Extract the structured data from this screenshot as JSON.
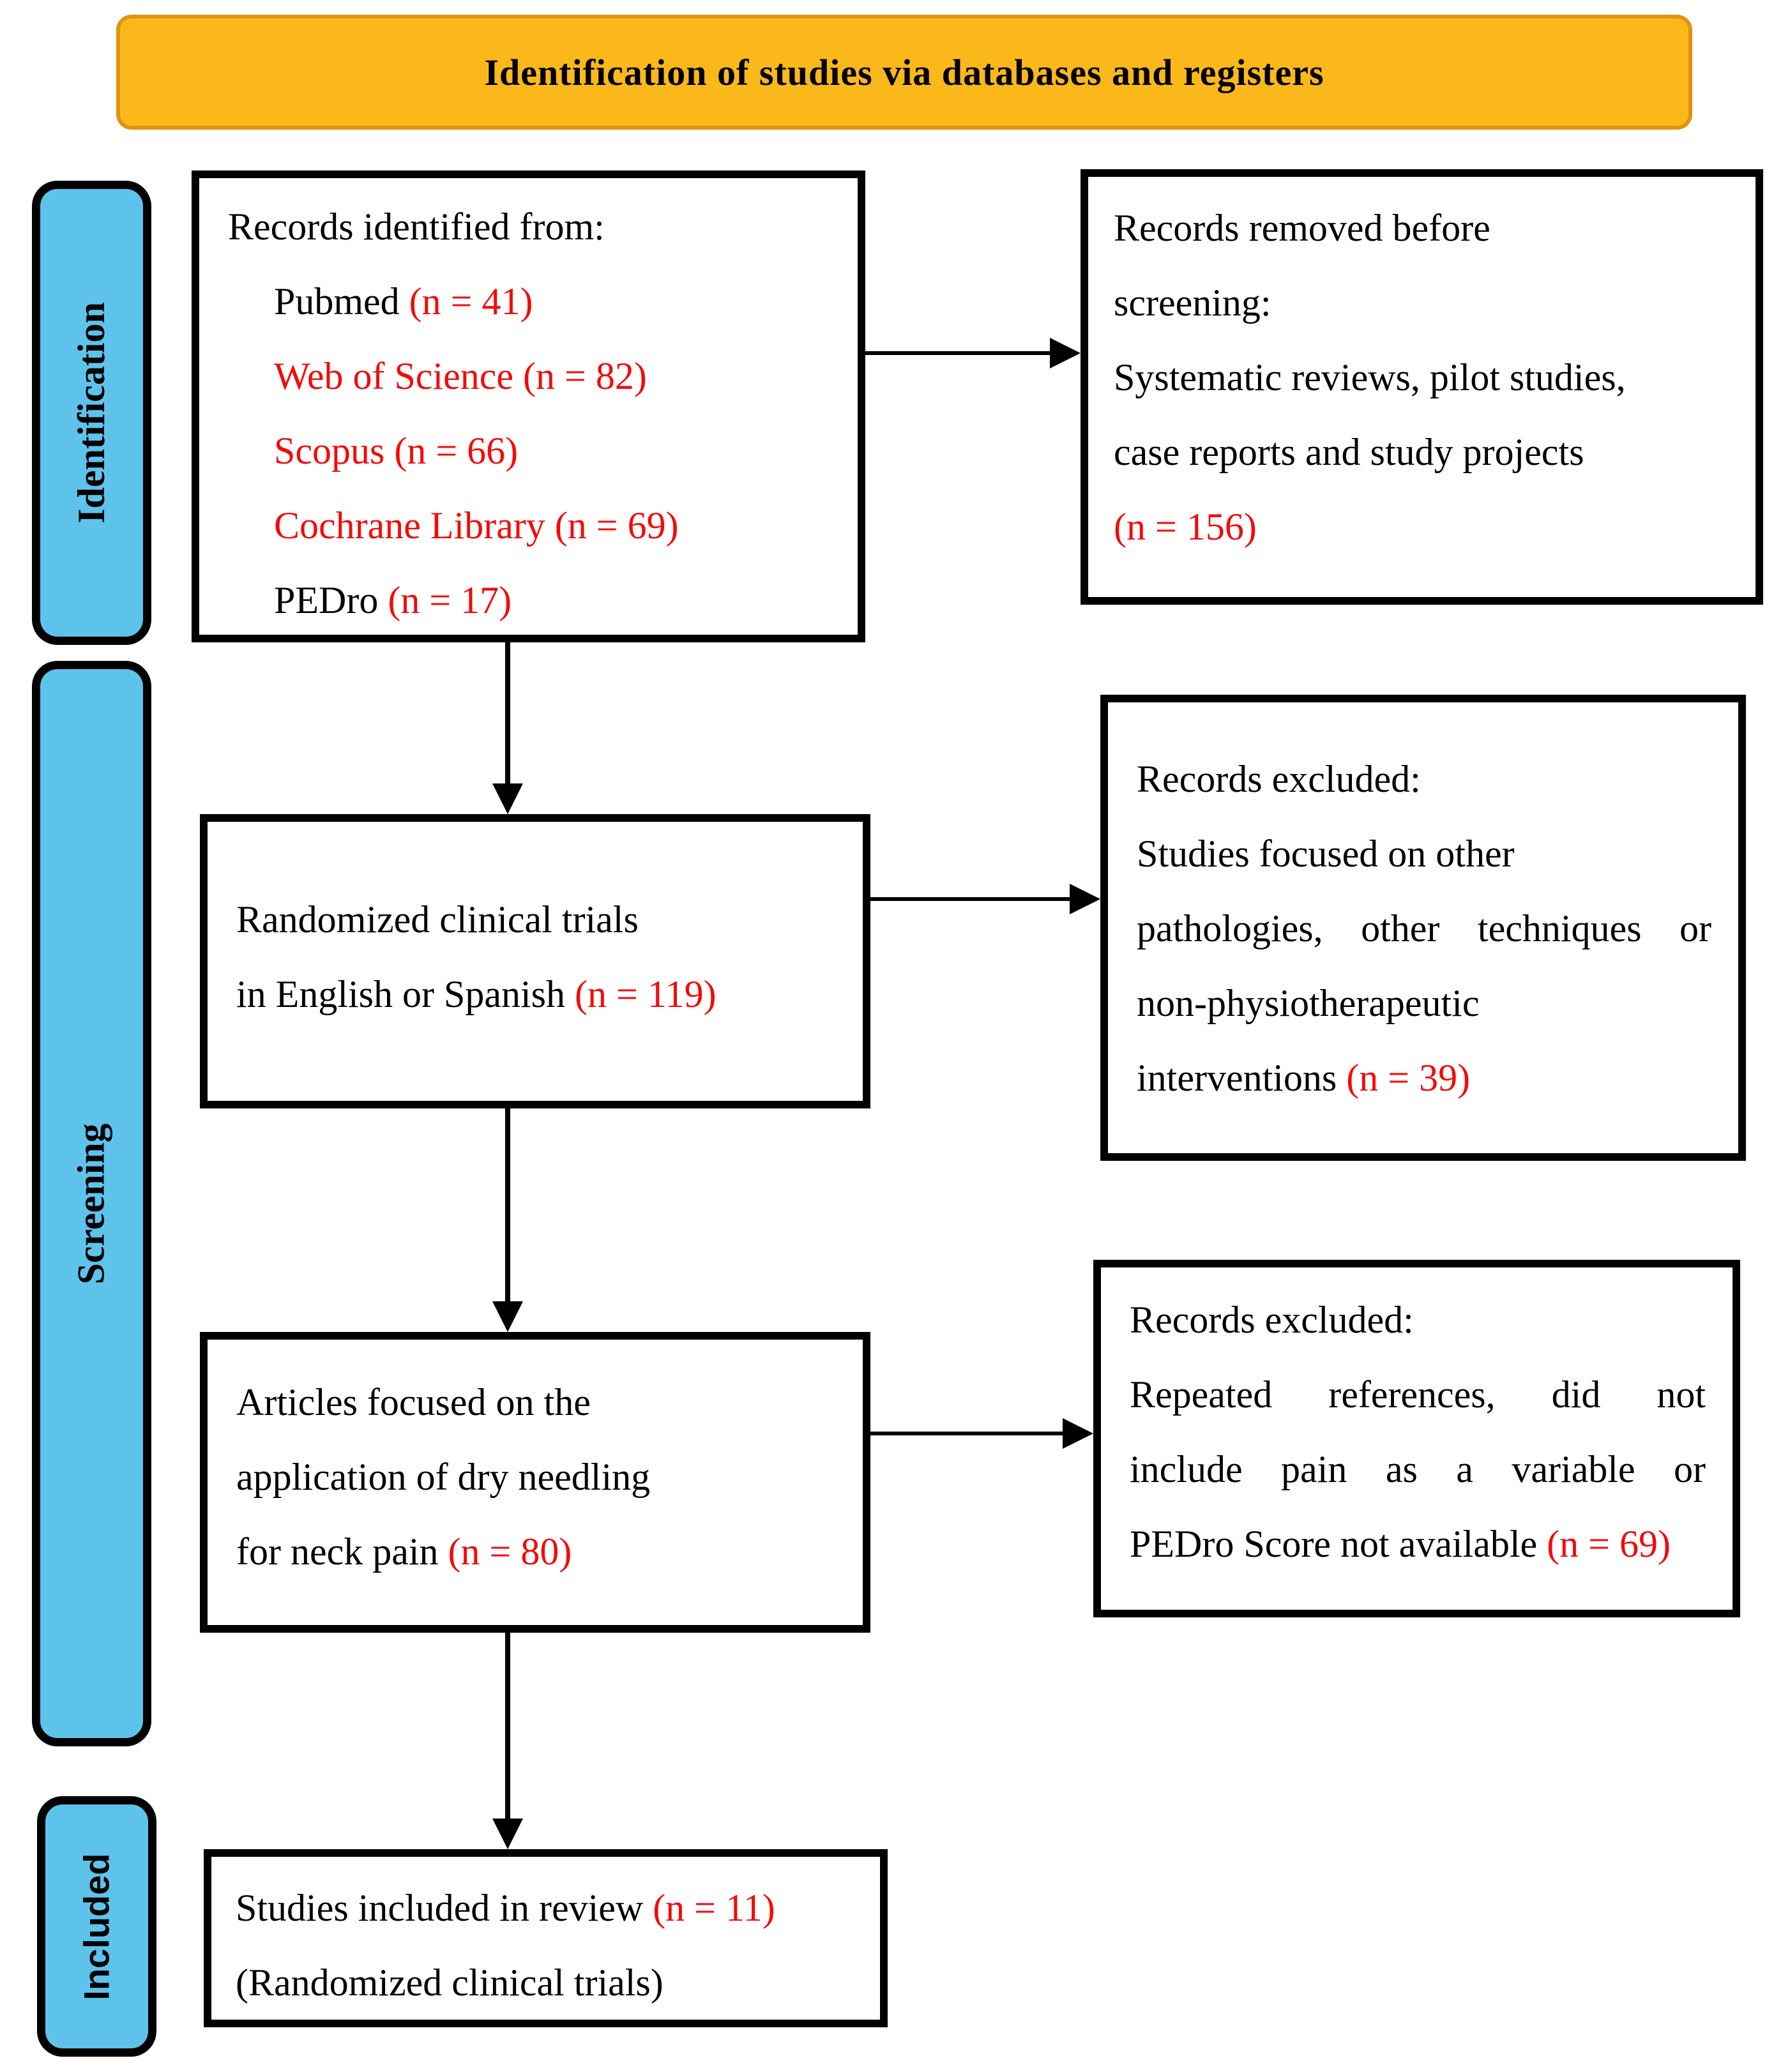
{
  "banner": {
    "title": "Identification of studies via databases and registers"
  },
  "sidebar": {
    "identification": "Identification",
    "screening": "Screening",
    "included": "Included"
  },
  "colors": {
    "accent_red": "#f40a0a",
    "sidebar_blue": "#5ec3eb",
    "banner_fill": "#fbb81a",
    "banner_border": "#e2930e",
    "box_border": "#000000"
  },
  "boxes": {
    "identified": {
      "l1": "Records identified from:",
      "l2b": "Pubmed ",
      "l2r": "(n = 41)",
      "l3r": "Web of Science (n = 82)",
      "l4r": "Scopus (n = 66)",
      "l5r": "Cochrane Library (n = 69)",
      "l6b": "PEDro ",
      "l6r": "(n = 17)"
    },
    "removed": {
      "l1": "Records removed before",
      "l2": "screening:",
      "l3": "Systematic reviews, pilot studies,",
      "l4": "case reports and study projects",
      "l5r": "(n = 156)"
    },
    "rct": {
      "l1": "Randomized clinical trials",
      "l2b": "in English or Spanish ",
      "l2r": "(n = 119)"
    },
    "excluded_other": {
      "l1": "Records excluded:",
      "l2": "Studies focused on other",
      "l3": "pathologies, other techniques or",
      "l4": "non-physiotherapeutic",
      "l5b": "interventions ",
      "l5r": "(n = 39)"
    },
    "dry_needling": {
      "l1": "Articles focused on the",
      "l2": "application of dry needling",
      "l3b": "for neck pain ",
      "l3r": "(n = 80)"
    },
    "excluded_pedro": {
      "l1": "Records excluded:",
      "l2": "Repeated references, did not",
      "l3": "include pain as a variable or",
      "l4b": "PEDro Score not available ",
      "l4r": "(n = 69)"
    },
    "included": {
      "l1b": "Studies included in review ",
      "l1r": "(n = 11)",
      "l2": "(Randomized clinical trials)"
    }
  }
}
